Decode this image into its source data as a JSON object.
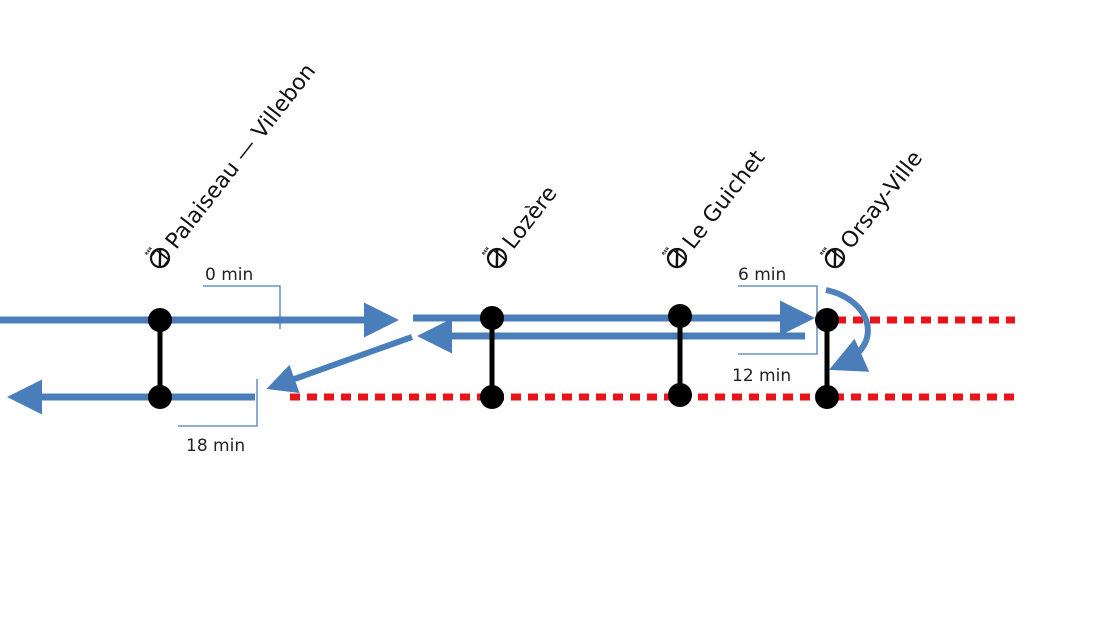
{
  "stations": [
    {
      "id": "palaiseau",
      "name": "Palaiseau — Villebon"
    },
    {
      "id": "lozere",
      "name": "Lozère"
    },
    {
      "id": "le-guichet",
      "name": "Le Guichet"
    },
    {
      "id": "orsay-ville",
      "name": "Orsay-Ville"
    }
  ],
  "station_icon": {
    "name": "rer-logo-icon",
    "text": "RER"
  },
  "times": {
    "start": "0 min",
    "arrival": "6 min",
    "return_departure": "12 min",
    "return_arrival": "18 min"
  },
  "colors": {
    "route": "#4a7ebb",
    "track": "#000000",
    "disrupted_track": "#e8141a",
    "marker": "#4f81bd"
  }
}
